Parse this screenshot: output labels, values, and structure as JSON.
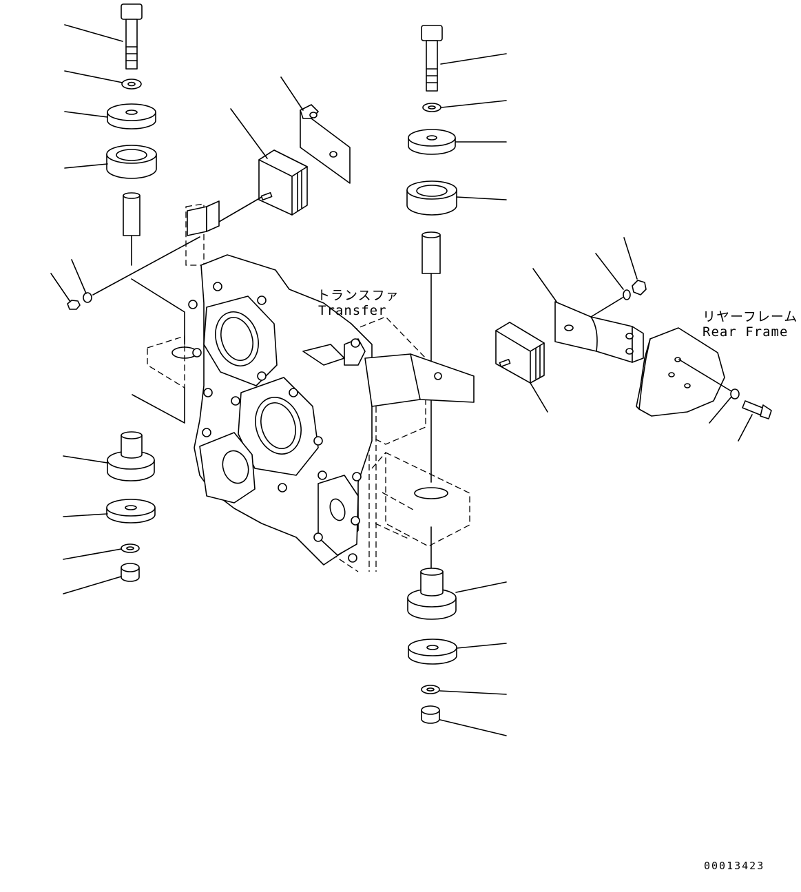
{
  "labels": {
    "transfer_jp": "トランスファ",
    "transfer_en": "Transfer",
    "rear_frame_jp": "リヤーフレーム",
    "rear_frame_en": "Rear Frame"
  },
  "figure_code": "00013423"
}
